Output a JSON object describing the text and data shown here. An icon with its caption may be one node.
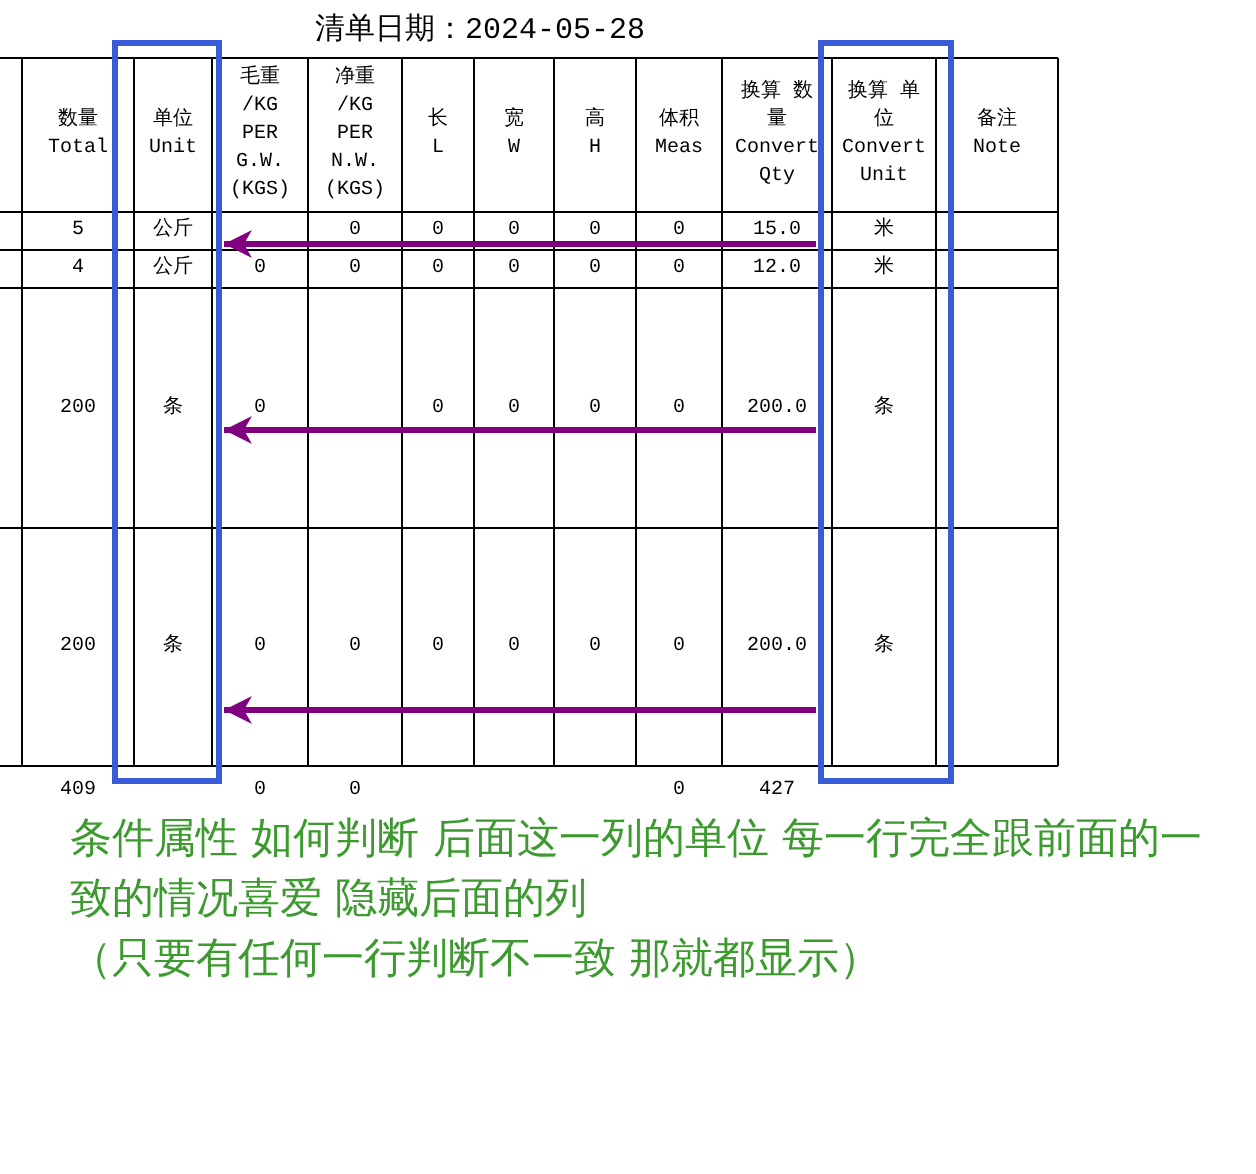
{
  "diagram": {
    "title": "清单日期：2024-05-28",
    "nodes": [
      {
        "text": [],
        "shape": "box"
      },
      {
        "text": [],
        "shape": "box"
      }
    ],
    "edges": [
      {
        "from": 1,
        "to": 0,
        "arrow": "to",
        "color": "#800080"
      },
      {
        "from": 1,
        "to": 0,
        "arrow": "to",
        "color": "#800080"
      },
      {
        "from": 1,
        "to": 0,
        "arrow": "to",
        "color": "#800080"
      }
    ],
    "labels": [
      "数量 Total",
      "单位 Unit",
      "毛重 /KG PER G.W. (KGS)",
      "净重 /KG PER N.W. (KGS)",
      "长 L",
      "宽 W",
      "高 H",
      "体积 Meas",
      "换算 数量 Convert Qty",
      "换算 单位 Convert Unit",
      "备注 Note",
      "5",
      "公斤",
      "0",
      "0",
      "0",
      "0",
      "0",
      "15.0",
      "米",
      "4",
      "公斤",
      "0",
      "0",
      "0",
      "0",
      "0",
      "0",
      "12.0",
      "米",
      "200",
      "条",
      "0",
      "0",
      "0",
      "0",
      "0",
      "200.0",
      "条",
      "200",
      "条",
      "0",
      "0",
      "0",
      "0",
      "0",
      "0",
      "200.0",
      "条",
      "409",
      "0",
      "0",
      "0",
      "427",
      "条件属性 如何判断 后面这一列的单位 每一行完全跟前面的一致的情况喜爱 隐藏后面的列",
      "（只要有任何一行判断不一致 那就都显示）"
    ]
  }
}
